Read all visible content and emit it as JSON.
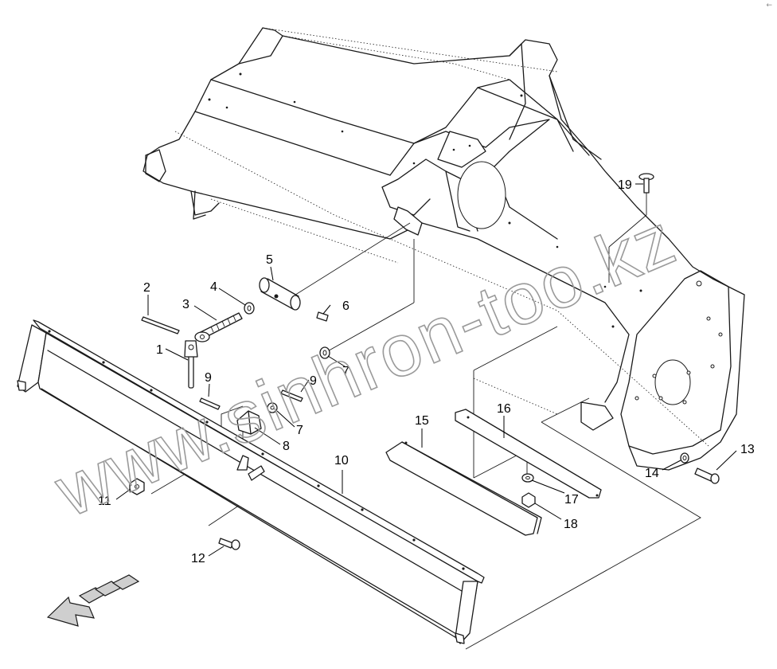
{
  "watermark": "www.sinhron-too.kz",
  "corner_mark": "←",
  "callouts": [
    {
      "id": "1",
      "label": "1"
    },
    {
      "id": "2",
      "label": "2"
    },
    {
      "id": "3",
      "label": "3"
    },
    {
      "id": "4",
      "label": "4"
    },
    {
      "id": "5",
      "label": "5"
    },
    {
      "id": "6",
      "label": "6"
    },
    {
      "id": "7a",
      "label": "7"
    },
    {
      "id": "7b",
      "label": "7"
    },
    {
      "id": "8",
      "label": "8"
    },
    {
      "id": "9a",
      "label": "9"
    },
    {
      "id": "9b",
      "label": "9"
    },
    {
      "id": "10",
      "label": "10"
    },
    {
      "id": "11",
      "label": "11"
    },
    {
      "id": "12",
      "label": "12"
    },
    {
      "id": "13",
      "label": "13"
    },
    {
      "id": "14",
      "label": "14"
    },
    {
      "id": "15",
      "label": "15"
    },
    {
      "id": "16",
      "label": "16"
    },
    {
      "id": "17",
      "label": "17"
    },
    {
      "id": "18",
      "label": "18"
    },
    {
      "id": "19",
      "label": "19"
    }
  ]
}
